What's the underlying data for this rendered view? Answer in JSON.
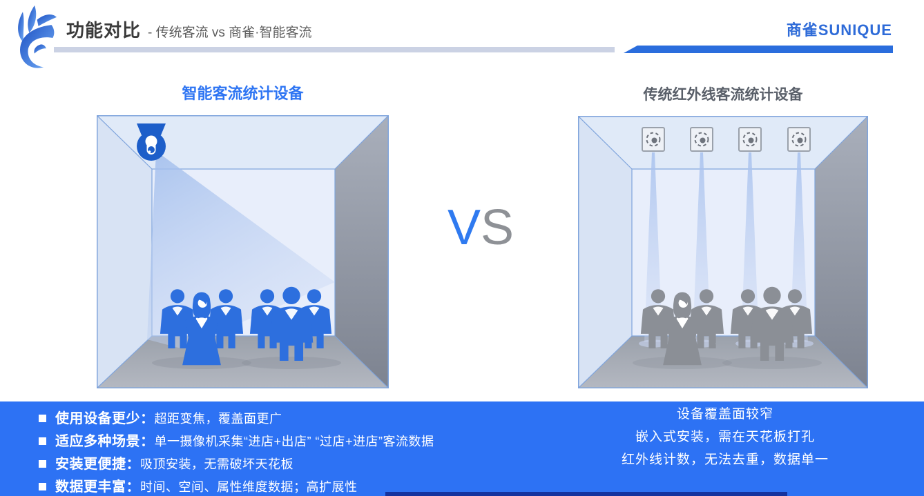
{
  "header": {
    "title": "功能对比",
    "subtitle": "- 传统客流 vs 商雀·智能客流",
    "brand": "商雀SUNIQUE"
  },
  "comparison": {
    "left_title": "智能客流统计设备",
    "right_title": "传统红外线客流统计设备",
    "vs": {
      "v": "V",
      "s": "S"
    }
  },
  "footer": {
    "left_bullets": [
      {
        "label": "使用设备更少：",
        "text": "超距变焦，覆盖面更广"
      },
      {
        "label": "适应多种场景：",
        "text": "单一摄像机采集“进店+出店” “过店+进店”客流数据"
      },
      {
        "label": "安装更便捷：",
        "text": "吸顶安装，无需破坏天花板"
      },
      {
        "label": "数据更丰富：",
        "text": "时间、空间、属性维度数据；高扩展性"
      }
    ],
    "right_lines": [
      "设备覆盖面较窄",
      "嵌入式安装，需在天花板打孔",
      "红外线计数，无法去重，数据单一"
    ]
  },
  "icons": {
    "logo": "sunique-phoenix-logo",
    "camera": "dome-camera",
    "sensor": "infrared-sensor",
    "bullet": "square-bullet"
  },
  "colors": {
    "footer_blue": "#2D72F4",
    "brand_blue": "#2E6BD8",
    "left_title_blue": "#2E75F3",
    "right_title_gray": "#595F69",
    "vs_v": "#2F7AF0",
    "vs_s": "#8E9196",
    "people_blue": "#2D6FDE",
    "people_gray": "#8B8F96",
    "divider_light": "#CBD2E4",
    "divider_blue": "#2A6DDD",
    "accent_strip": "#15339E"
  }
}
